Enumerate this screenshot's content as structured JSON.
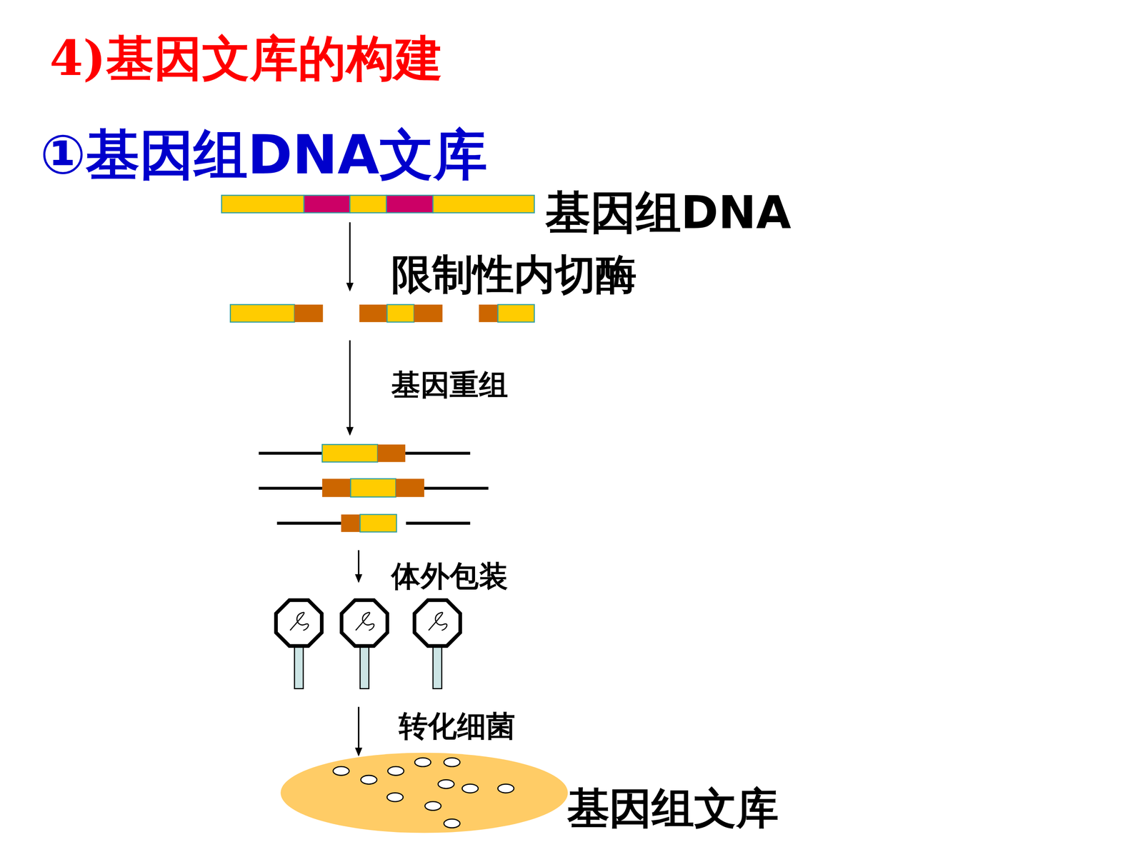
{
  "diagram": {
    "title": "4)基因文库的构建",
    "labels": [
      "①基因组DNA文库",
      "基因组DNA",
      "限制性内切酶",
      "基因重组",
      "体外包装",
      "转化细菌",
      "基因组文库"
    ]
  }
}
